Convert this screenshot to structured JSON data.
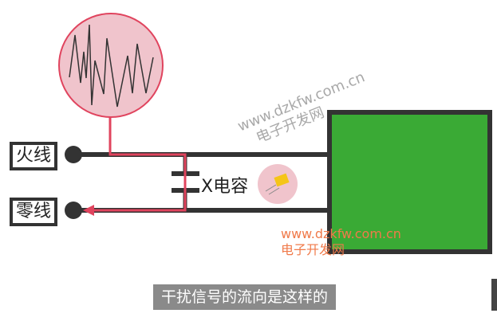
{
  "labels": {
    "live": "火线",
    "neutral": "零线",
    "capacitor": "X电容"
  },
  "watermark": {
    "url": "www.dzkfw.com.cn",
    "name": "电子开发网"
  },
  "subtitle": "干扰信号的流向是这样的",
  "colors": {
    "wire": "#333333",
    "signal": "#e0445e",
    "load": "#3aaa35",
    "noise_fill": "#f0c4cc"
  }
}
